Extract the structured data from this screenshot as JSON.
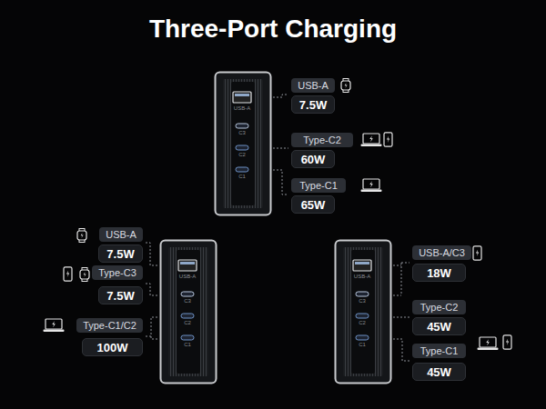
{
  "diagram": {
    "title": "Three-Port Charging",
    "nodes": [
      {
        "text": [
          "USB-A"
        ]
      },
      {
        "text": [
          "7.5W"
        ]
      },
      {
        "text": [
          "Type-C2"
        ]
      },
      {
        "text": [
          "60W"
        ]
      },
      {
        "text": [
          "Type-C1"
        ]
      },
      {
        "text": [
          "65W"
        ]
      },
      {
        "text": [
          "USB-A"
        ]
      },
      {
        "text": [
          "7.5W"
        ]
      },
      {
        "text": [
          "Type-C3"
        ]
      },
      {
        "text": [
          "7.5W"
        ]
      },
      {
        "text": [
          "Type-C1/C2"
        ]
      },
      {
        "text": [
          "100W"
        ]
      },
      {
        "text": [
          "USB-A/C3"
        ]
      },
      {
        "text": [
          "18W"
        ]
      },
      {
        "text": [
          "Type-C2"
        ]
      },
      {
        "text": [
          "45W"
        ]
      },
      {
        "text": [
          "Type-C1"
        ]
      },
      {
        "text": [
          "45W"
        ]
      }
    ],
    "labels": [
      "USB-A",
      "C3",
      "C2",
      "C1",
      "USB-A",
      "C3",
      "C2",
      "C1",
      "USB-A",
      "C3",
      "C2",
      "C1"
    ]
  }
}
